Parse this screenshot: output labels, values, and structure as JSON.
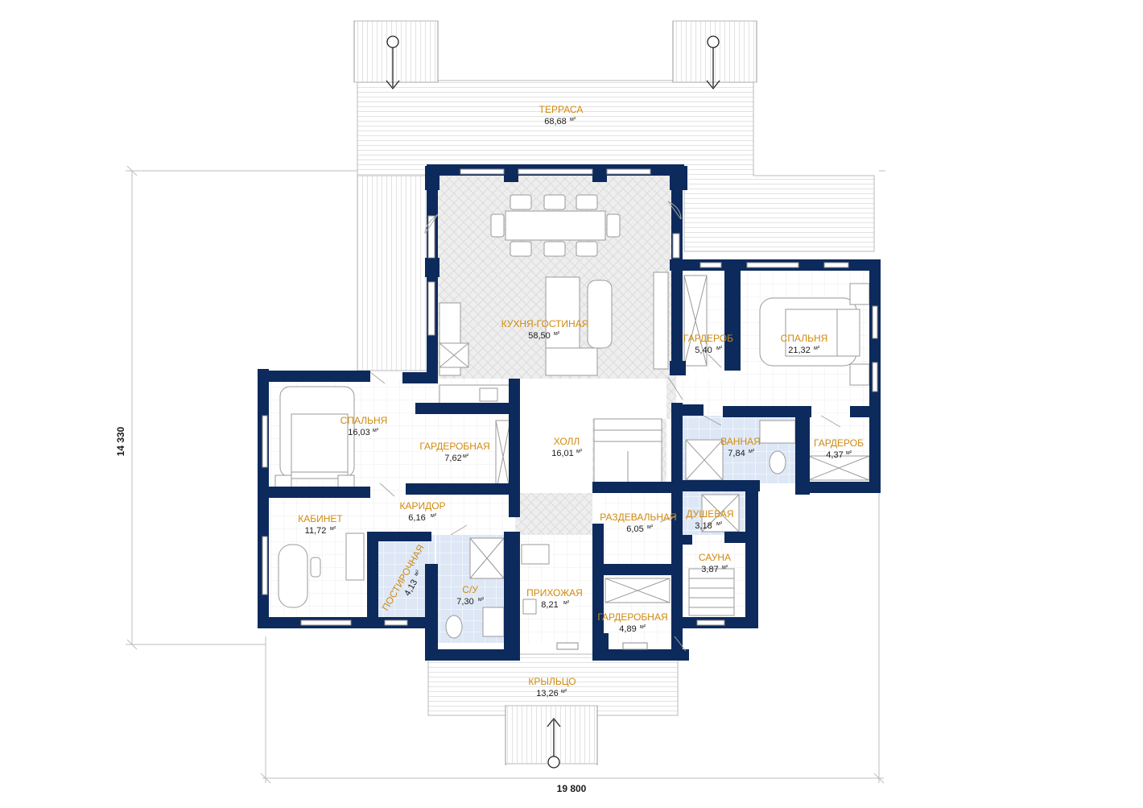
{
  "plan": {
    "dimensions": {
      "width_label": "19 800",
      "height_label": "14 330"
    },
    "unit": "м²",
    "rooms": [
      {
        "id": "terrace",
        "name": "ТЕРРАСА",
        "area": "68,68"
      },
      {
        "id": "kitchen",
        "name": "КУХНЯ-ГОСТИНАЯ",
        "area": "58,50"
      },
      {
        "id": "wardrobe-1",
        "name": "ГАРДЕРОБ",
        "area": "5,40"
      },
      {
        "id": "bedroom-1",
        "name": "СПАЛЬНЯ",
        "area": "21,32"
      },
      {
        "id": "bedroom-2",
        "name": "СПАЛЬНЯ",
        "area": "16,03"
      },
      {
        "id": "dressing-1",
        "name": "ГАРДЕРОБНАЯ",
        "area": "7,62"
      },
      {
        "id": "hall",
        "name": "ХОЛЛ",
        "area": "16,01"
      },
      {
        "id": "bathroom",
        "name": "ВАННАЯ",
        "area": "7,84"
      },
      {
        "id": "wardrobe-2",
        "name": "ГАРДЕРОБ",
        "area": "4,37"
      },
      {
        "id": "corridor",
        "name": "КАРИДОР",
        "area": "6,16"
      },
      {
        "id": "cabinet",
        "name": "КАБИНЕТ",
        "area": "11,72"
      },
      {
        "id": "changing",
        "name": "РАЗДЕВАЛЬНАЯ",
        "area": "6,05"
      },
      {
        "id": "shower",
        "name": "ДУШЕВАЯ",
        "area": "3,18"
      },
      {
        "id": "sauna",
        "name": "САУНА",
        "area": "3,87"
      },
      {
        "id": "laundry",
        "name": "ПОСТИРОЧНАЯ",
        "area": "4,13"
      },
      {
        "id": "wc",
        "name": "С/У",
        "area": "7,30"
      },
      {
        "id": "entry",
        "name": "ПРИХОЖАЯ",
        "area": "8,21"
      },
      {
        "id": "dressing-2",
        "name": "ГАРДЕРОБНАЯ",
        "area": "4,89"
      },
      {
        "id": "porch",
        "name": "КРЫЛЬЦО",
        "area": "13,26"
      }
    ]
  },
  "colors": {
    "wall": "#0d2a5c",
    "room_label": "#d08a10",
    "wet_tile": "#dbe6f6",
    "deck": "#ffffff"
  }
}
